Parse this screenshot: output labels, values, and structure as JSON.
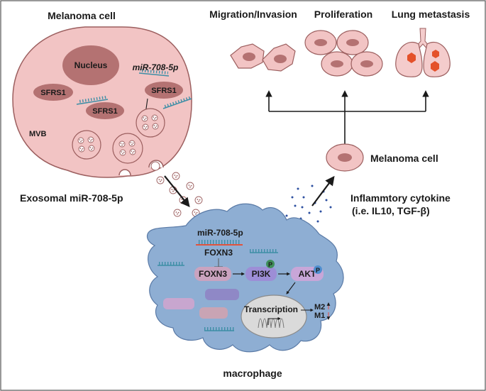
{
  "labels": {
    "melanoma_cell_title": "Melanoma cell",
    "nucleus": "Nucleus",
    "mir_inside": "miR-708-5p",
    "sfrs1_a": "SFRS1",
    "sfrs1_b": "SFRS1",
    "sfrs1_c": "SFRS1",
    "mvb": "MVB",
    "migration": "Migration/Invasion",
    "proliferation": "Proliferation",
    "lung_metastasis": "Lung metastasis",
    "melanoma_cell_small": "Melanoma cell",
    "exosomal": "Exosomal miR-708-5p",
    "cytokine_line1": "Inflammtory cytokine",
    "cytokine_line2": "(i.e. IL10, TGF-β)",
    "mir_macro": "miR-708-5p",
    "foxn3_top": "FOXN3",
    "foxn3_box": "FOXN3",
    "pi3k": "PI3K",
    "akt": "AKT",
    "phospho_a": "P",
    "phospho_b": "P",
    "transcription": "Transcription",
    "m2": "M2",
    "m1": "M1",
    "macrophage": "macrophage"
  },
  "colors": {
    "cell_fill": "#f2c4c4",
    "cell_stroke": "#9c5f5f",
    "nucleus_fill": "#b47272",
    "macrophage_fill": "#8eaed3",
    "macrophage_stroke": "#5a7aa6",
    "rna_teal": "#3d8ea6",
    "rna_red": "#e0533c",
    "lung_fill": "#f4cccc",
    "lesion": "#e4512a",
    "phospho": "#3f8f5a",
    "phospho_blue": "#4f8fd0",
    "dots": "#2c4fa0",
    "arrow_red": "#d85a5a"
  }
}
